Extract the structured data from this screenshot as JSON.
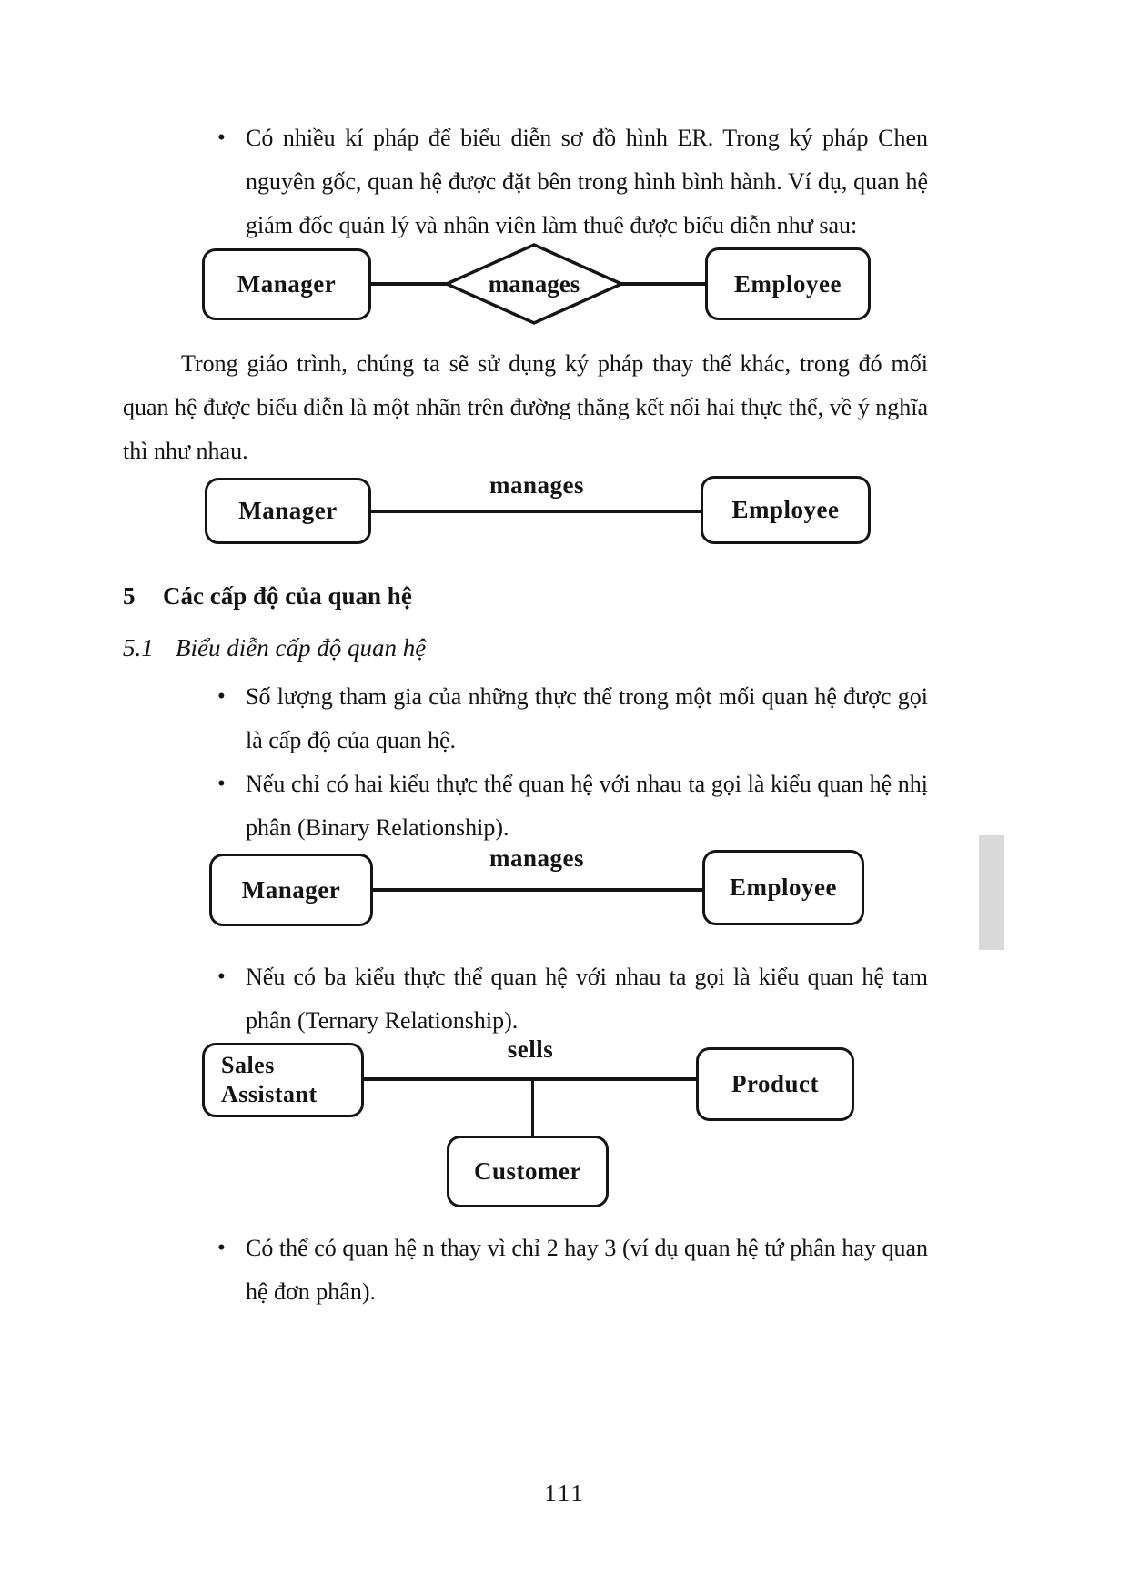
{
  "document": {
    "page_number": "111",
    "bullet_glyph": "•"
  },
  "sections": {
    "heading": {
      "number": "5",
      "title": "Các cấp độ của quan hệ"
    },
    "subheading": {
      "number": "5.1",
      "title": "Biểu diễn cấp độ quan hệ"
    }
  },
  "bullets": {
    "chen_notation": "Có nhiều kí pháp để biểu diễn sơ đồ hình ER. Trong ký pháp Chen nguyên gốc, quan hệ được đặt bên trong hình bình hành. Ví dụ, quan hệ giám đốc quản lý và nhân viên làm thuê được biểu diễn như sau:",
    "degree_definition": "Số lượng tham gia của những thực thể trong một mối quan hệ được gọi là cấp độ của quan hệ.",
    "binary": "Nếu chỉ có hai kiểu thực thể quan hệ với nhau ta gọi là kiểu quan hệ nhị phân (Binary Relationship).",
    "ternary": "Nếu có ba kiểu thực thể quan hệ với nhau ta gọi là kiểu quan hệ tam phân (Ternary Relationship).",
    "nary": "Có thể có quan hệ n thay vì chỉ 2 hay 3 (ví dụ quan hệ tứ phân hay quan hệ đơn phân)."
  },
  "paragraphs": {
    "alt_notation": "Trong giáo trình, chúng ta sẽ sử dụng ký pháp thay thế khác, trong đó mối quan hệ được biểu diễn là một nhãn trên đường thẳng kết nối hai thực thể, về ý nghĩa thì như nhau."
  },
  "diagrams": {
    "chen_example": {
      "left_entity": "Manager",
      "relationship": "manages",
      "right_entity": "Employee"
    },
    "line_example": {
      "left_entity": "Manager",
      "relationship": "manages",
      "right_entity": "Employee"
    },
    "binary_example": {
      "left_entity": "Manager",
      "relationship": "manages",
      "right_entity": "Employee"
    },
    "ternary_example": {
      "left_entity": "Sales Assistant",
      "relationship": "sells",
      "right_entity": "Product",
      "third_entity": "Customer"
    }
  },
  "colors": {
    "ink": "#151515",
    "paper": "#ffffff",
    "scan_artifact_gray": "#dadada"
  }
}
